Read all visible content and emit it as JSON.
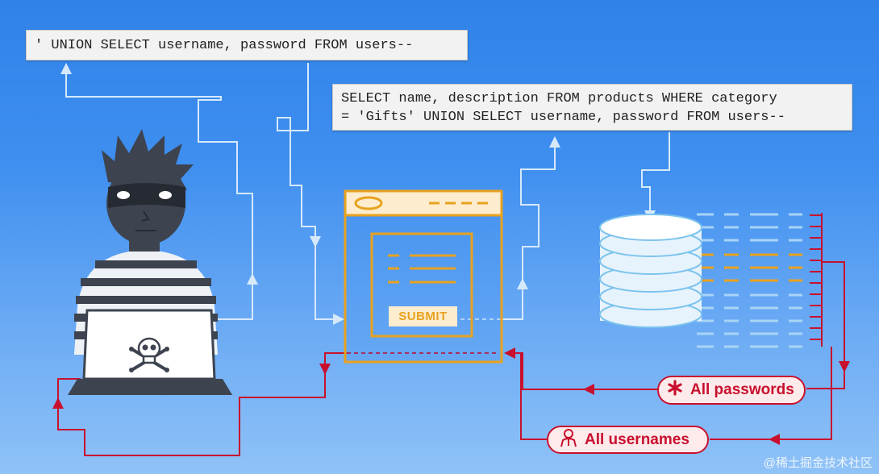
{
  "query_input": "' UNION SELECT username, password FROM users--",
  "query_full": [
    "SELECT name, description FROM products WHERE category",
    "= 'Gifts' UNION SELECT username, password FROM users--"
  ],
  "form": {
    "submit_label": "SUBMIT"
  },
  "results": {
    "passwords_label": "All passwords",
    "usernames_label": "All usernames"
  },
  "watermark": "@稀土掘金技术社区",
  "colors": {
    "background": "#3f8ff0",
    "flow_line": "#d6e9fb",
    "result_line": "#c8102e",
    "form_accent": "#e8a21f",
    "attacker": "#3d4450"
  },
  "icons": [
    "skull-crossbones-icon",
    "asterisk-icon",
    "user-icon",
    "database-icon",
    "browser-window-icon",
    "laptop-icon"
  ]
}
